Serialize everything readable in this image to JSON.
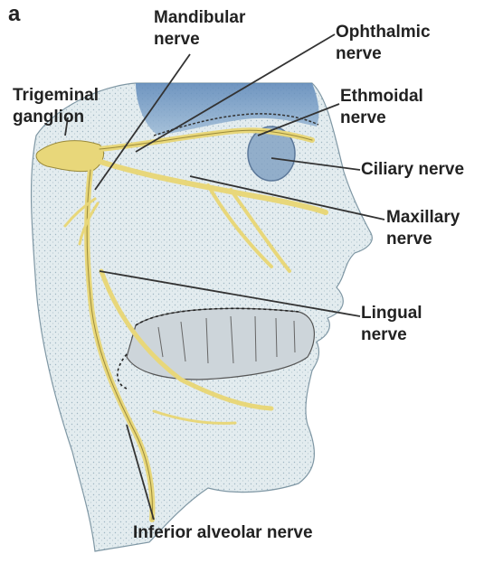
{
  "panel_letter": "a",
  "labels": {
    "mandibular": [
      "Mandibular",
      "nerve"
    ],
    "ophthalmic": [
      "Ophthalmic",
      "nerve"
    ],
    "trigeminal": [
      "Trigeminal",
      "ganglion"
    ],
    "ethmoidal": [
      "Ethmoidal",
      "nerve"
    ],
    "ciliary": "Ciliary nerve",
    "maxillary": [
      "Maxillary",
      "nerve"
    ],
    "lingual": [
      "Lingual",
      "nerve"
    ],
    "inferior_alveolar": "Inferior alveolar nerve"
  },
  "colors": {
    "nerve": "#e8d77a",
    "nerve_outline": "#9a8a3a",
    "tissue": "#dfe8ec",
    "tissue_dark": "#b9cdd6",
    "bone": "#c7d2d8",
    "orbit_blue": "#3f6ea8",
    "leader": "#333333"
  }
}
